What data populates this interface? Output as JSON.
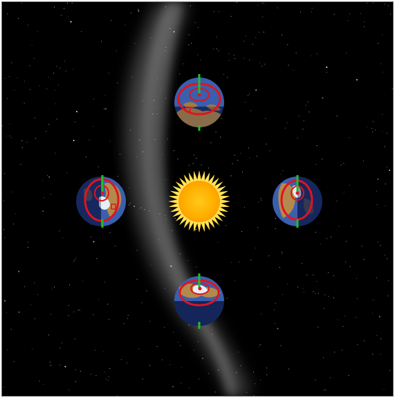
{
  "scene": {
    "background_color": "#000000",
    "milky_way_color": "#8a8a8a",
    "sun": {
      "name": "sun",
      "core_color": "#ffb000",
      "ray_color": "#ffe45a"
    },
    "orbit_positions": [
      {
        "name": "earth-top",
        "tilt_axis_color": "#1fbf2a",
        "marker_color": "#e0141e",
        "lit_side": "upper"
      },
      {
        "name": "earth-left",
        "tilt_axis_color": "#1fbf2a",
        "marker_color": "#e0141e",
        "lit_side": "right"
      },
      {
        "name": "earth-right",
        "tilt_axis_color": "#1fbf2a",
        "marker_color": "#e0141e",
        "lit_side": "left"
      },
      {
        "name": "earth-bottom",
        "tilt_axis_color": "#1fbf2a",
        "marker_color": "#e0141e",
        "lit_side": "upper"
      }
    ],
    "colors": {
      "ocean": "#2d4f9a",
      "ocean_night": "#1d3470",
      "land": "#b38a4c",
      "ice": "#e8eef5"
    }
  }
}
